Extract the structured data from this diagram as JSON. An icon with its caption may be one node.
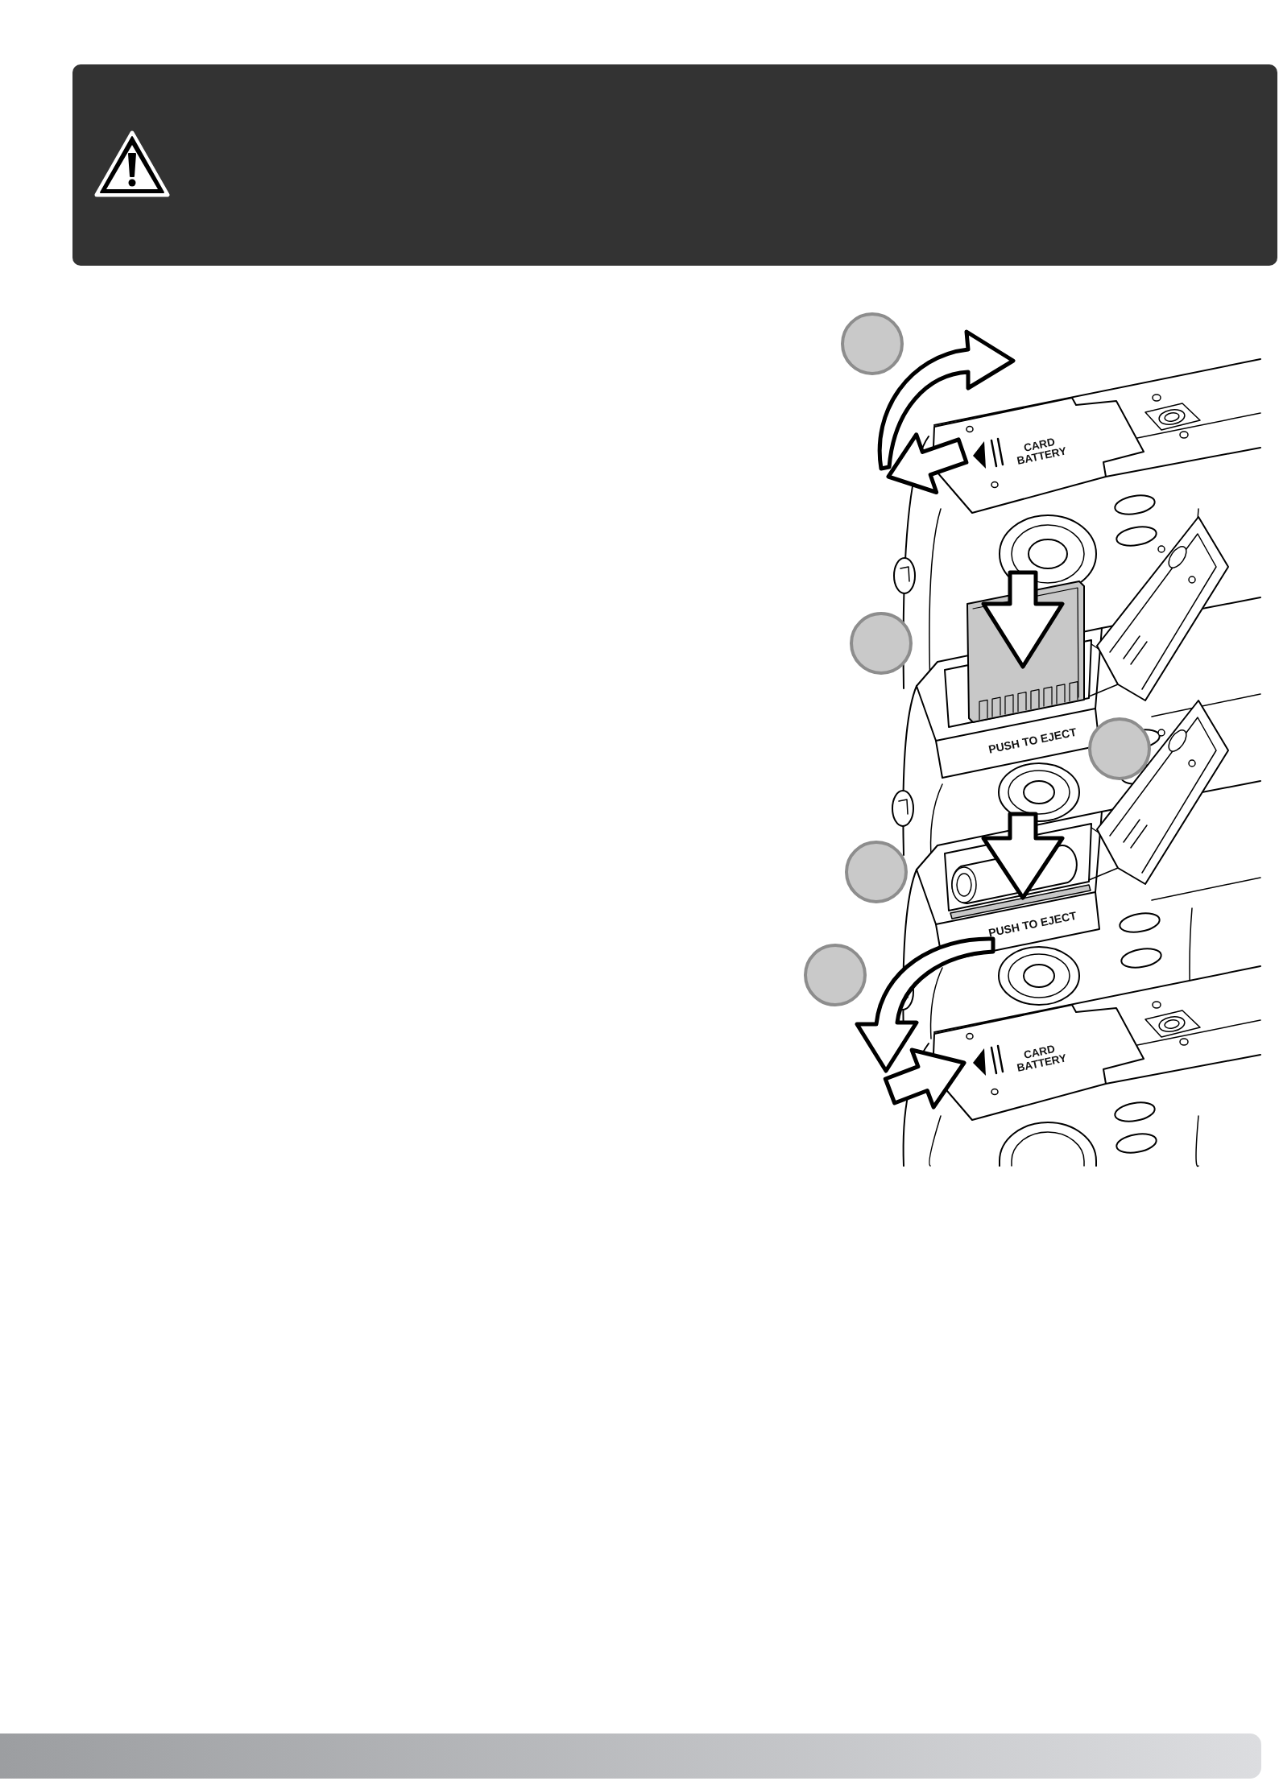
{
  "diagram": {
    "nodes": [
      {
        "text": [],
        "shape": "circle"
      },
      {
        "text": [],
        "shape": "circle"
      },
      {
        "text": [],
        "shape": "circle"
      },
      {
        "text": [],
        "shape": "circle"
      },
      {
        "text": [],
        "shape": "circle"
      }
    ],
    "labels": [
      "CARD BATTERY",
      "PUSH TO EJECT",
      "PUSH TO EJECT",
      "CARD BATTERY"
    ]
  }
}
